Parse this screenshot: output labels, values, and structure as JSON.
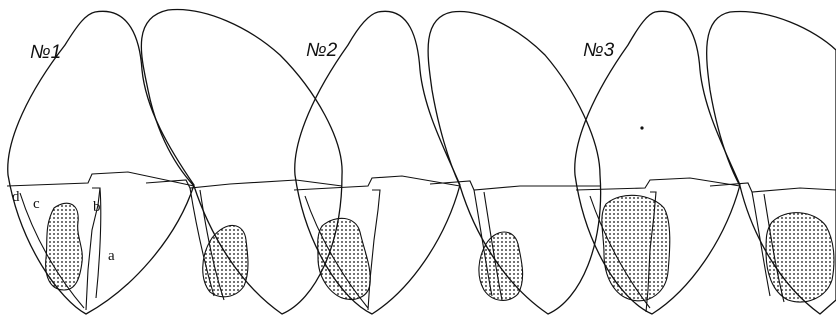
{
  "figure": {
    "panels": [
      {
        "label": "№1"
      },
      {
        "label": "№2"
      },
      {
        "label": "№3"
      }
    ],
    "region_labels": {
      "a": "a",
      "b": "b",
      "c": "c",
      "d": "d"
    },
    "stipple_color": "#111111",
    "line_color": "#111111"
  }
}
